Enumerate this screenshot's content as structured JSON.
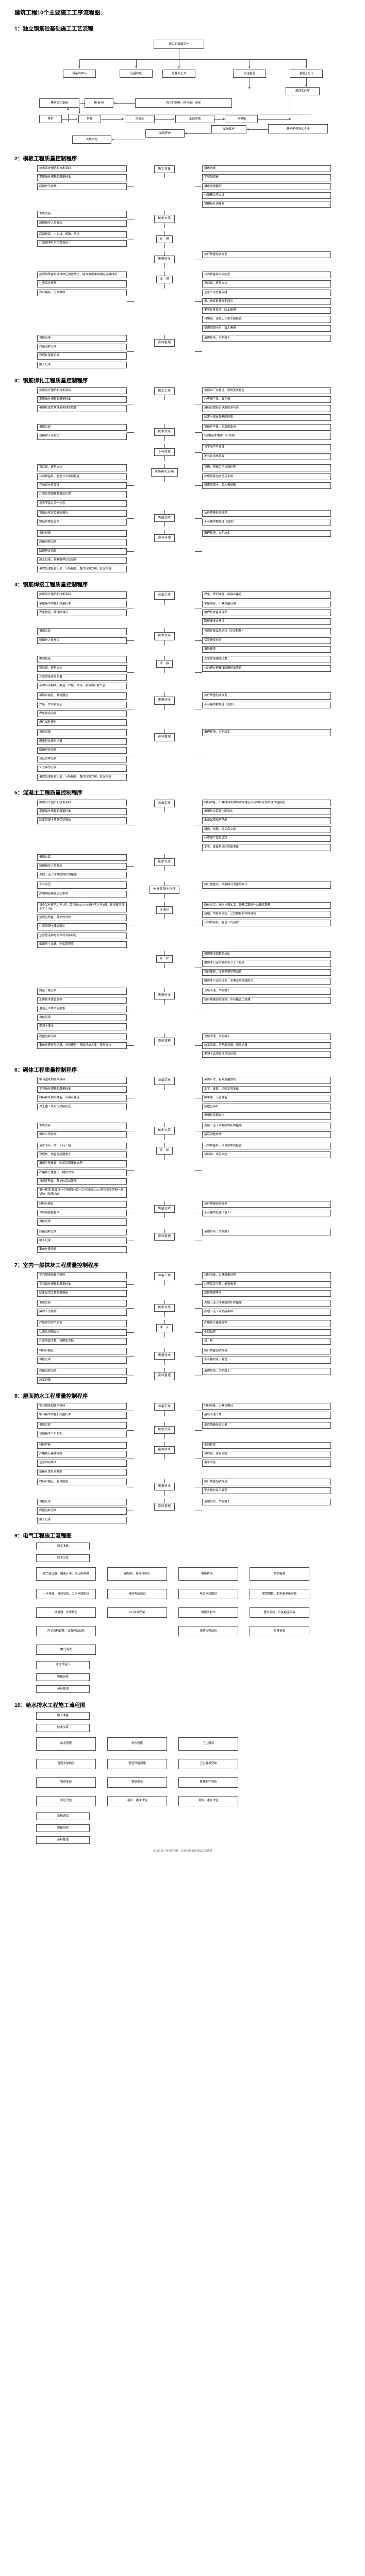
{
  "doc": {
    "title": "建筑工程10个主要施工工序流程图↓",
    "footer": "本公司收上常用的完整、标准的标准化建筑工程质量"
  },
  "sections": [
    {
      "num": "1",
      "heading": "1：独立钢筋砼基础施工工艺流程",
      "type": "foundation",
      "root": "施工的准备工作",
      "row2": [
        "测基础中心",
        "定基础位",
        "挖基础土方",
        "浇注垫层",
        "混凝土配比"
      ],
      "lab": "现场实验室",
      "row3": [
        "建筑独立基础",
        "模 板 制",
        "独立柱钢筋（网片筋）制安"
      ],
      "row4": [
        "养护",
        "拆模",
        "回填土",
        "基础梁钢",
        "架模板"
      ],
      "pour": "基础梁混凝土浇注",
      "row5": [
        "试块试验",
        "试块养护",
        "试块取样"
      ]
    },
    {
      "num": "2",
      "heading": "2：模板工程质量控制程序",
      "type": "qc",
      "stages": [
        {
          "hub": "施工准备",
          "left": [
            "熟悉设计图纸和技术资料",
            "掌握操作规程和质量标准",
            "底板抄平放线"
          ],
          "right": [
            "模板选择",
            "平整钢模板",
            "模板涂隔离剂",
            "与钢筋工序交接",
            "钢模板孔洞堵补"
          ]
        },
        {
          "hub": "技术交底",
          "left": [
            "书面交底",
            "班组操作人员参加"
          ],
          "right": []
        },
        {
          "hub": "支　模",
          "left": [
            "底部标高、中心线、断面、尺寸",
            "注意预埋件的位置和尺寸"
          ],
          "right": []
        },
        {
          "hub": "质量验收",
          "left": [],
          "right": [
            "执行质量验收规范"
          ]
        },
        {
          "hub": "拆　模",
          "left": [
            "按现场预留拆模试块压报告情况，结合强度曲线确定拆模时间",
            "注意保护棱角",
            "修补模板、分类堆放"
          ],
          "right": [
            "公司质监科中间抽查",
            "项目部、班组自检",
            "注意二次支模接缝",
            "梁、板底部按规定起拱",
            "要有足够风度、防止胀模",
            "与钢筋、混凝土工序交接检查",
            "浇灌混凝土时、留人看模"
          ]
        },
        {
          "hub": "资料整理",
          "left": [
            "自检记录",
            "质量验收记录",
            "预埋件隐蔽记录",
            "施工记录"
          ],
          "right": [
            "清理现场，文明施工"
          ]
        }
      ]
    },
    {
      "num": "3",
      "heading": "3：钢筋绑扎工程质量控制程序",
      "type": "qc",
      "stages": [
        {
          "hub": "施工工作",
          "left": [
            "熟悉设计图纸和技术资料",
            "掌握操作规程和质量标准",
            "带颗粒或片状钢筋老锈先除掉"
          ],
          "right": [
            "钢筋出厂合格证、现场复试报告",
            "检查脚手架、脚手板",
            "用标识牌标识钢筋检测与否",
            "制定与审核钢筋配料表"
          ]
        },
        {
          "hub": "技术交底",
          "left": [
            "书面交底",
            "班操作人员参加"
          ],
          "right": [
            "钢筋应平直，无局部曲折",
            "Ⅰ级钢筋末端作 180°弯钩"
          ]
        },
        {
          "hub": "下料成型",
          "left": [],
          "right": [
            "按不同型号挂牌",
            "不允许加热弯曲"
          ]
        },
        {
          "hub": "现场绑扎安装",
          "left": [
            "项目部、班组自检",
            "公司质监科、监理公司中间检查",
            "控制保护层厚度",
            "注意检查钢筋数量及位置",
            "接头不留在同一位置"
          ],
          "right": [
            "钢筋、模板工序交接检查",
            "办理隐蔽验收签证手续",
            "浇灌混凝土、留人看钢筋"
          ]
        },
        {
          "hub": "质量验收",
          "left": [
            "钢筋合格证及复验报告",
            "钢筋代换签证单"
          ],
          "right": [
            "执行质量验收规范",
            "不合格的要处理（返修）"
          ]
        },
        {
          "hub": "资料清理",
          "left": [
            "自检记录",
            "质量验收记录",
            "隐蔽签证记录",
            "施工记录、钢筋取样见证记录",
            "事故处理检查记录、分析报告、整改措施方案、复验报告"
          ],
          "right": [
            "清理现场、文明施工"
          ]
        }
      ]
    },
    {
      "num": "4",
      "heading": "4：钢筋焊接工程质量控制程序",
      "type": "qc",
      "stages": [
        {
          "hub": "准备工作",
          "left": [
            "熟悉设计图纸和技术资料",
            "掌握操作规程和质量标准",
            "焊条烘焙、焊件除油污"
          ],
          "right": [
            "焊条、焊剂准备、出具合格证",
            "准备钢筋，出具质量证明",
            "电焊机准备及保养",
            "取得焊接合格证"
          ]
        },
        {
          "hub": "技术交底",
          "left": [
            "书面交底",
            "班操作人员参加"
          ],
          "right": [
            "按规定做试件送检（见证取样）",
            "保证焊接长度",
            "消除焊渣"
          ]
        },
        {
          "hub": "焊　接",
          "left": [
            "中间检查",
            "项目部、班组自检",
            "注意焊接表面质量",
            "不得出现裂纹、夹渣、焊瘤、烧穿、弧坑和针状气孔"
          ],
          "right": [
            "注意焊接轴线位置",
            "与监理办理焊接隐蔽验收签证"
          ]
        },
        {
          "hub": "质量验收",
          "left": [
            "钢筋合格证、复验报告",
            "焊条、焊剂合格证",
            "焊条烘焙记录",
            "焊件试验报告"
          ],
          "right": [
            "执行质量验收规范",
            "不合格的要处理（返修）"
          ]
        },
        {
          "hub": "资料整理",
          "left": [
            "自检记录",
            "质量验收报告记录",
            "隐蔽验收记录",
            "见证取样记录",
            "X 光探伤记录",
            "事故处理检查记录、分析报告、整改措施方案、复验报告"
          ],
          "right": [
            "清理现场，文明施工"
          ]
        }
      ]
    },
    {
      "num": "5",
      "heading": "5：混凝土工程质量控制程序",
      "type": "qc",
      "stages": [
        {
          "hub": "准备工作",
          "left": [
            "熟悉设计图纸和技术资料",
            "掌握操作规程和质量标准",
            "制定混凝土质量保证措施"
          ],
          "right": [
            "材料准备，出具材料质保局或合格证以及材料现场取样试验报告",
            "申请防水混凝土配合比",
            "准备试模和坍落度",
            "模板、钢筋、砼工序交接",
            "检查脚手架及道路",
            "水平、垂直泵送砼设备准备"
          ]
        },
        {
          "hub": "技术交底",
          "left": [
            "书面交底",
            "班组操作人员参加",
            "克服上道工序弊病的补救措施"
          ],
          "right": []
        },
        {
          "hub": "申请混凝土浇灌",
          "left": [
            "专业会签",
            "办理钢筋隐蔽签证手续"
          ],
          "right": [
            "执行重量比，根据情况调整配合比"
          ]
        },
        {
          "hub": "浇灌砼",
          "left": [
            "每个工作班不少于1组，每拌制100立方米砼不少于1组，现浇楼层每不少于1组。",
            "按规定预留、养护砼试块",
            "注意混凝土接槎部位",
            "注意管道和电缆穿现浇板部位",
            "截面尺寸准确、砼捣固密实"
          ],
          "right": [
            "岗位分工，操作挂牌木工，钢筋工跟班作业确保质量",
            "班组、项目部自检、公司质检科中间抽检",
            "公司质检科、监理公司验收"
          ]
        },
        {
          "hub": "养　护",
          "left": [],
          "right": [
            "根据情况调整配合比",
            "暖热季节定时养护不少于 7 昼夜",
            "按时覆盖，注意不要早期加荷",
            "暖热季节定时浇水，冬期注意保温防冻"
          ]
        },
        {
          "hub": "质量验收",
          "left": [
            "隐蔽工程记录",
            "工程技术保证资料",
            "混凝土试块试验报告",
            "自检记录",
            "混凝土灌令"
          ],
          "right": [
            "现场清理、文明施工",
            "执行质量验收规范，不合格返工处理"
          ]
        },
        {
          "hub": "资料整理",
          "left": [
            "质量验收记录",
            "事故处理检查记录、分析报告、整改措施方案、复验报告"
          ],
          "right": [
            "现场清理、文明施工",
            "施工记录、坍落度记录、测温记录",
            "混凝土试块取样见证记录"
          ]
        }
      ]
    },
    {
      "num": "6",
      "heading": "6：砌体工程质量控制程序",
      "type": "qc",
      "stages": [
        {
          "hub": "准备工作",
          "left": [
            "学习图纸和技术资料",
            "学习操作规程和质量标准",
            "材料和外加剂准备、出具合格证",
            "对土建工序进行交接检查"
          ],
          "right": [
            "平面尺寸、标高测量放线",
            "水平、垂直、运输工具准备",
            "脚手架、马道准备",
            "按图立架杆",
            "申请砂浆配合比"
          ]
        },
        {
          "hub": "技术交底",
          "left": [
            "书面交底",
            "操作人员参加"
          ],
          "right": [
            "克服上道工序弊病的补救措施",
            "基底测量放线"
          ]
        },
        {
          "hub": "砌　体",
          "left": [
            "清水浇砖，防止干砖上墙",
            "预埋件、预留孔按图施工",
            "墙面平整垂直、砂浆饱满接槎合理",
            "严格执行重量比，搅拌均匀",
            "按规定预留、养护砂浆试压块",
            "第一楼层(基础按一个楼层计)每一工作班或250m³砌体至少应制一组试块（每组6块）"
          ],
          "right": [
            "公司质监科、项目部中间检查",
            "项目部、班组自检"
          ]
        },
        {
          "hub": "质量验收",
          "left": [
            "材料合格证",
            "试块强度报告单",
            "自检记录"
          ],
          "right": [
            "执行质量验收规范",
            "不合格的处理（返工）"
          ]
        },
        {
          "hub": "资料整理",
          "left": [
            "质量验收记录",
            "施工记录",
            "事故处理记录"
          ],
          "right": [
            "清理现场、文明施工"
          ]
        }
      ]
    },
    {
      "num": "7",
      "heading": "7：室内一般抹灰工程质量控制程序",
      "type": "qc",
      "stages": [
        {
          "hub": "准备工作",
          "left": [
            "学习图纸和技术资料",
            "学习操作规程和质量标准",
            "制定单项工程质量措施"
          ],
          "right": [
            "材料准备、出具质量证明",
            "检查基层平整，垂直情况",
            "基层清理干净"
          ]
        },
        {
          "hub": "技术交底",
          "left": [
            "书面交底",
            "操作人员参加"
          ],
          "right": [
            "克服上道工序弊病的补救措施",
            "办理上道工序交接手续"
          ]
        },
        {
          "hub": "抹　灰",
          "left": [
            "严防室内空气对流",
            "认真执行配合比",
            "注意地面平整、接槎和空鼓"
          ],
          "right": [
            "严格执行操作规程",
            "中间抽查",
            "自　检"
          ]
        },
        {
          "hub": "质量验收",
          "left": [
            "材料合格证",
            "自检记录"
          ],
          "right": [
            "执行质量验收规范",
            "不合格的返工处理"
          ]
        },
        {
          "hub": "资料整理",
          "left": [
            "质量验收记录",
            "施工记录"
          ],
          "right": [
            "清理现场、文明施工"
          ]
        }
      ]
    },
    {
      "num": "8",
      "heading": "8：屋面防水工程质量控制程序",
      "type": "qc",
      "stages": [
        {
          "hub": "准备工作",
          "left": [
            "学习图纸和技术资料",
            "学习操作规程和质量标准"
          ],
          "right": [
            "材料准备、出具合格证",
            "基底清理干净"
          ]
        },
        {
          "hub": "技术交底",
          "left": [
            "书面交底",
            "班组操作人员参加"
          ],
          "right": [
            "基底隐蔽验收记录"
          ]
        },
        {
          "hub": "屋面防水",
          "left": [
            "材料控制",
            "严格执行操作规程",
            "注意细部做法",
            "搭接长度符合要求"
          ],
          "right": [
            "中间检查",
            "项目部、班组自检",
            "蓄水试验"
          ]
        },
        {
          "hub": "质量验收",
          "left": [
            "材料合格证、复试报告"
          ],
          "right": [
            "执行质量验收规范",
            "不合格的返工处理"
          ]
        },
        {
          "hub": "资料整理",
          "left": [
            "自检记录",
            "质量验收记录",
            "施工记录"
          ],
          "right": [
            "清理现场、文明施工"
          ]
        }
      ]
    },
    {
      "num": "9",
      "heading": "9：电气工程施工流程图",
      "type": "electrical",
      "top": [
        "施工准备",
        "技术交底"
      ],
      "columns": [
        {
          "head": "电力变压器、隔离开关、低压配电屏",
          "items": [
            "一次电缆、母线安装、二次电缆配线",
            "继电器、仪表校检",
            "开关机构调整、设备传动试验",
            "电气调试"
          ]
        },
        {
          "head": "接地极、接地线制安",
          "items": [
            "接地系统测试",
            "PE 接地安装"
          ]
        },
        {
          "head": "电缆桥架、",
          "items": [
            "电缆电线敷设",
            "电缆头制作",
            "线路检查试验"
          ]
        },
        {
          "head": "照明箱等",
          "items": [
            "配管明敷、配电箱电板安装",
            "管内穿线、开关插座安装",
            "灯具安装"
          ]
        }
      ],
      "tail": [
        "送电试运行",
        "质量验收",
        "资料整理"
      ]
    },
    {
      "num": "10",
      "heading": "10：给水排水工程施工流程图",
      "type": "plumbing",
      "top": [
        "施工准备",
        "技术交底"
      ],
      "columns": [
        {
          "head": "给水管道",
          "items": [
            "管道支架制安",
            "管道安装",
            "水压试验"
          ]
        },
        {
          "head": "排水管道",
          "items": [
            "管道预留预埋",
            "管道安装",
            "灌水、通球试验"
          ]
        },
        {
          "head": "卫生器具",
          "items": [
            "卫生器具安装",
            "器具配件安装",
            "满水、通水试验"
          ]
        }
      ],
      "tail": [
        "系统调试",
        "质量验收",
        "资料整理"
      ]
    }
  ]
}
